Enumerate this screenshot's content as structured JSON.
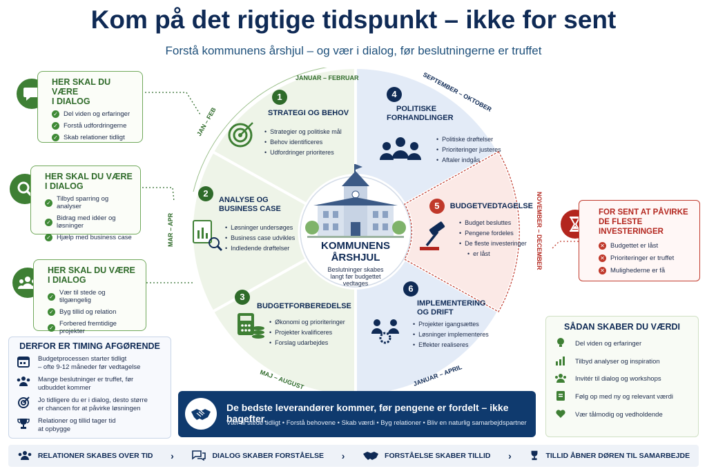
{
  "header": {
    "title": "Kom på det rigtige tidspunkt – ikke for sent",
    "subtitle": "Forstå kommunens årshjul – og vær i dialog, før beslutningerne er truffet"
  },
  "dialog_boxes": [
    {
      "title_line1": "HER SKAL DU VÆRE",
      "title_line2": "I DIALOG",
      "icon": "chat-icon",
      "items": [
        "Del viden og erfaringer",
        "Forstå udfordringerne",
        "Skab relationer tidligt"
      ]
    },
    {
      "title_line1": "HER SKAL DU VÆRE",
      "title_line2": "I DIALOG",
      "icon": "search-icon",
      "items": [
        "Tilbyd sparring og analyser",
        "Bidrag med idéer og løsninger",
        "Hjælp med business case"
      ]
    },
    {
      "title_line1": "HER SKAL DU VÆRE",
      "title_line2": "I DIALOG",
      "icon": "people-icon",
      "items": [
        "Vær til stede og tilgængelig",
        "Byg tillid og relation",
        "Forbered fremtidige projekter"
      ]
    }
  ],
  "wheel": {
    "center_title_line1": "KOMMUNENS",
    "center_title_line2": "ÅRSHJUL",
    "center_text_line1": "Beslutninger skabes",
    "center_text_line2": "langt før budgettet",
    "center_text_line3": "vedtages",
    "period_labels": {
      "jan_feb_top": "JANUAR – FEBRUAR",
      "jan_feb_side": "JAN – FEB",
      "mar_apr": "MAR – APR",
      "maj_aug": "MAJ – AUGUST",
      "sep_okt": "SEPTEMBER – OKTOBER",
      "nov_dec": "NOVEMBER – DECEMBER",
      "jan_apr": "JANUAR – APRIL"
    },
    "segments": [
      {
        "number": "1",
        "title_line1": "STRATEGI OG BEHOV",
        "title_line2": "",
        "items": [
          "Strategier og politiske mål",
          "Behov identificeres",
          "Udfordringer prioriteres"
        ]
      },
      {
        "number": "2",
        "title_line1": "ANALYSE OG",
        "title_line2": "BUSINESS CASE",
        "items": [
          "Løsninger undersøges",
          "Business case udvikles",
          "Indledende drøftelser"
        ]
      },
      {
        "number": "3",
        "title_line1": "BUDGETFORBEREDELSE",
        "title_line2": "",
        "items": [
          "Økonomi og prioriteringer",
          "Projekter kvalificeres",
          "Forslag udarbejdes"
        ]
      },
      {
        "number": "4",
        "title_line1": "POLITISKE",
        "title_line2": "FORHANDLINGER",
        "items": [
          "Politiske drøftelser",
          "Prioriteringer justeres",
          "Aftaler indgås"
        ]
      },
      {
        "number": "5",
        "title_line1": "BUDGETVEDTAGELSE",
        "title_line2": "",
        "items": [
          "Budget besluttes",
          "Pengene fordeles",
          "De fleste investeringer",
          "er låst"
        ]
      },
      {
        "number": "6",
        "title_line1": "IMPLEMENTERING",
        "title_line2": "OG DRIFT",
        "items": [
          "Projekter igangsættes",
          "Løsninger implementeres",
          "Effekter realiseres"
        ]
      }
    ]
  },
  "too_late": {
    "title_line1": "FOR SENT AT PÅVIRKE",
    "title_line2": "DE FLESTE INVESTERINGER",
    "items": [
      "Budgettet er låst",
      "Prioriteringer er truffet",
      "Mulighederne er få"
    ]
  },
  "timing": {
    "title": "DERFOR ER TIMING AFGØRENDE",
    "rows": [
      {
        "line1": "Budgetprocessen starter tidligt",
        "line2": "– ofte 9-12 måneder før vedtagelse",
        "icon": "calendar-icon"
      },
      {
        "line1": "Mange beslutninger er truffet, før",
        "line2": "udbuddet kommer",
        "icon": "people-icon"
      },
      {
        "line1": "Jo tidligere du er i dialog, desto større",
        "line2": "er chancen for at påvirke løsningen",
        "icon": "target-icon"
      },
      {
        "line1": "Relationer og tillid tager tid",
        "line2": "at opbygge",
        "icon": "trophy-icon"
      }
    ]
  },
  "banner": {
    "title": "De bedste leverandører kommer, før pengene er fordelt – ikke bagefter.",
    "subtitle": "Vær til stede tidligt • Forstå behovene • Skab værdi • Byg relationer • Bliv en naturlig samarbejdspartner"
  },
  "value": {
    "title": "SÅDAN SKABER DU VÆRDI",
    "items": [
      "Del viden og erfaringer",
      "Tilbyd analyser og inspiration",
      "Invitér til dialog og workshops",
      "Følg op med ny og relevant værdi",
      "Vær tålmodig og vedholdende"
    ]
  },
  "bottom_bar": [
    "RELATIONER SKABES OVER TID",
    "DIALOG SKABER FORSTÅELSE",
    "FORSTÅELSE SKABER TILLID",
    "TILLID ÅBNER DØREN TIL SAMARBEJDE"
  ],
  "colors": {
    "navy": "#0f2a55",
    "green": "#3e7f34",
    "red": "#c0392b",
    "blue_segment": "#e3ebf7",
    "green_segment": "#eef4e8"
  }
}
